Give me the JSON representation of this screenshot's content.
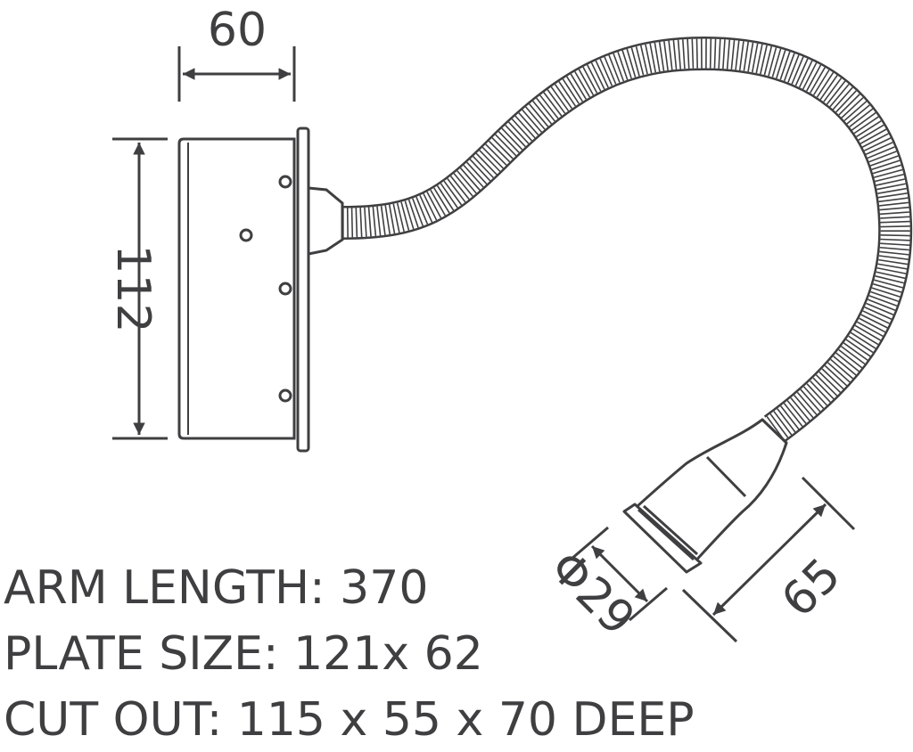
{
  "dimensions": {
    "width_label": "60",
    "height_label": "112",
    "diameter_label": "Φ29",
    "head_length_label": "65"
  },
  "specs": {
    "arm_length": "ARM LENGTH: 370",
    "plate_size": "PLATE SIZE: 121x 62",
    "cut_out": "CUT OUT: 115 x 55 x 70 DEEP"
  },
  "colors": {
    "line": "#3f3f41",
    "background": "#ffffff"
  }
}
